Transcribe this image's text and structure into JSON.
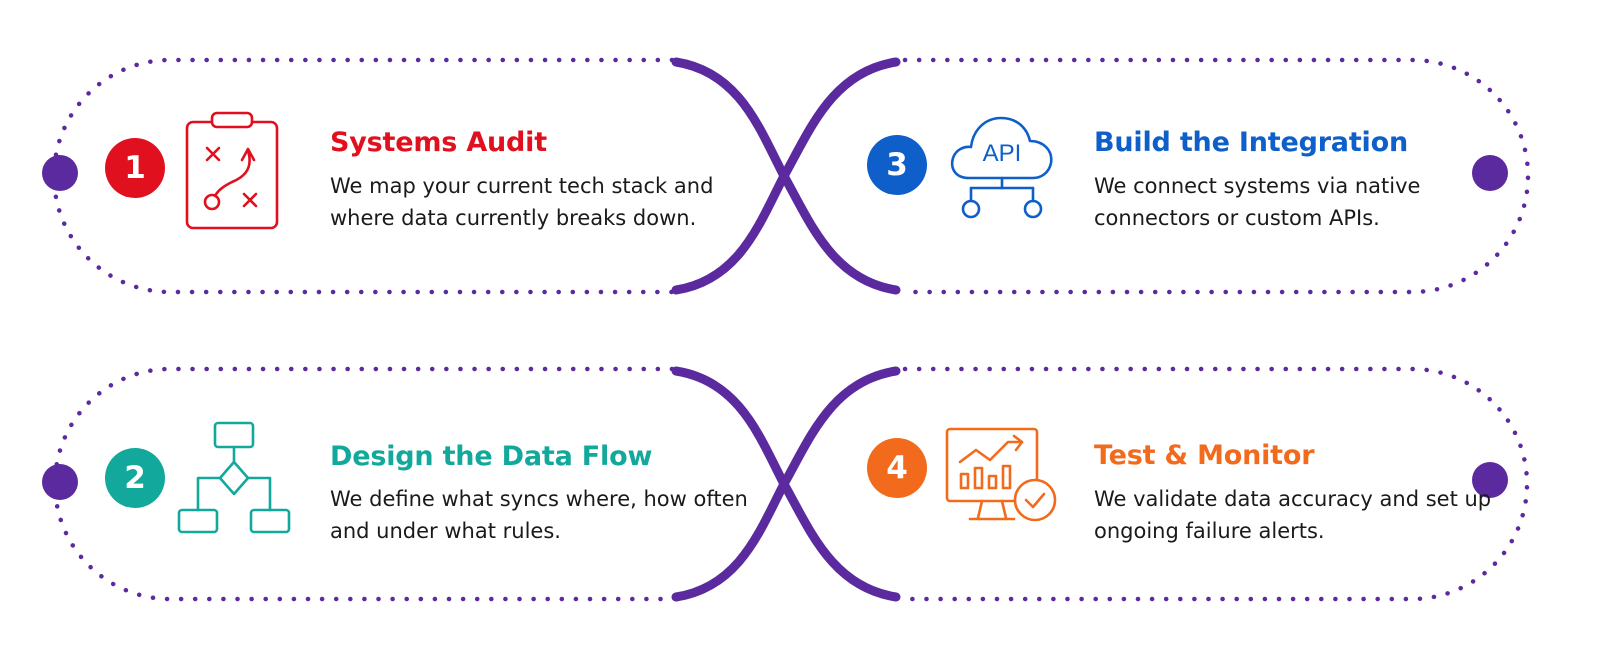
{
  "colors": {
    "purple": "#5b2a9e",
    "red": "#e0101e",
    "teal": "#12a89c",
    "blue": "#0e5fc9",
    "orange": "#f26a1b",
    "text": "#1a1a1a"
  },
  "steps": [
    {
      "number": "1",
      "title": "Systems Audit",
      "description": "We map your current tech stack and where data currently breaks down.",
      "color": "#e0101e",
      "icon": "clipboard-strategy-icon"
    },
    {
      "number": "2",
      "title": "Design the Data Flow",
      "description": "We define what syncs where, how often and under what rules.",
      "color": "#12a89c",
      "icon": "flowchart-icon"
    },
    {
      "number": "3",
      "title": "Build the Integration",
      "description": "We connect systems via native connectors or custom APIs.",
      "color": "#0e5fc9",
      "icon": "api-cloud-icon",
      "icon_label": "API"
    },
    {
      "number": "4",
      "title": "Test & Monitor",
      "description": "We validate data accuracy and set up ongoing failure alerts.",
      "color": "#f26a1b",
      "icon": "monitor-chart-check-icon"
    }
  ]
}
